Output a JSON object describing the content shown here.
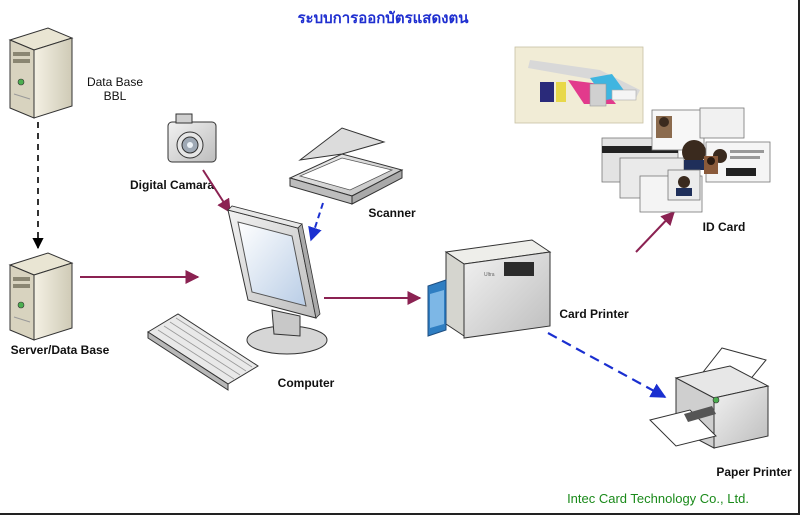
{
  "title": "ระบบการออกบัตรแสดงตน",
  "footer": "Intec Card Technology Co., Ltd.",
  "nodes": {
    "database_bbl": {
      "line1": "Data Base",
      "line2": "BBL"
    },
    "server": {
      "label": "Server/Data Base"
    },
    "camera": {
      "label": "Digital Camara"
    },
    "scanner": {
      "label": "Scanner"
    },
    "computer": {
      "label": "Computer"
    },
    "card_printer": {
      "label": "Card Printer"
    },
    "id_card": {
      "label": "ID Card"
    },
    "paper_printer": {
      "label": "Paper Printer"
    }
  },
  "colors": {
    "solid_arrow": "#8b2252",
    "dashed_blue": "#1a2fd0",
    "dashed_black": "#000000",
    "title": "#1f2fd0",
    "footer": "#1a8a1a"
  }
}
